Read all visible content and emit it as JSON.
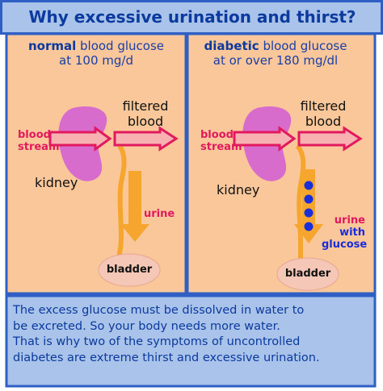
{
  "title": "Why excessive urination and thirst?",
  "left_panel": {
    "keyword": "normal",
    "heading_rest": " blood glucose",
    "heading_line2": "at 100 mg/d",
    "filtered_line1": "filtered",
    "filtered_line2": "blood",
    "blood_line1": "blood",
    "blood_line2": "stream",
    "kidney": "kidney",
    "urine": "urine",
    "bladder": "bladder"
  },
  "right_panel": {
    "keyword": "diabetic",
    "heading_rest": " blood glucose",
    "heading_line2": "at or over 180 mg/dl",
    "filtered_line1": "filtered",
    "filtered_line2": "blood",
    "blood_line1": "blood",
    "blood_line2": "stream",
    "kidney": "kidney",
    "urine": "urine",
    "with": "with",
    "glucose": "glucose",
    "bladder": "bladder"
  },
  "footer": {
    "line1": "The excess glucose must be dissolved in water to",
    "line2": "be excreted.  So your body needs more water.",
    "line3": "That is why two of the symptoms of uncontrolled",
    "line4": "diabetes are extreme thirst and excessive urination."
  },
  "colors": {
    "title_bar": "#a9c3ea",
    "panel_bg": "#f9c79a",
    "footer_bg": "#a9c3ea",
    "border": "#2f5fc4",
    "kidney": "#d86ccc",
    "arrow_fill": "#f7b1b1",
    "arrow_outline": "#e2195e",
    "urine": "#f6a62e",
    "bladder": "#f5c7b7",
    "glucose_dot": "#1a2edb",
    "text_blue": "#0c3a9e"
  },
  "icons": [
    "kidney-shape",
    "blood-arrow",
    "urine-arrow",
    "bladder-shape",
    "glucose-dots"
  ]
}
